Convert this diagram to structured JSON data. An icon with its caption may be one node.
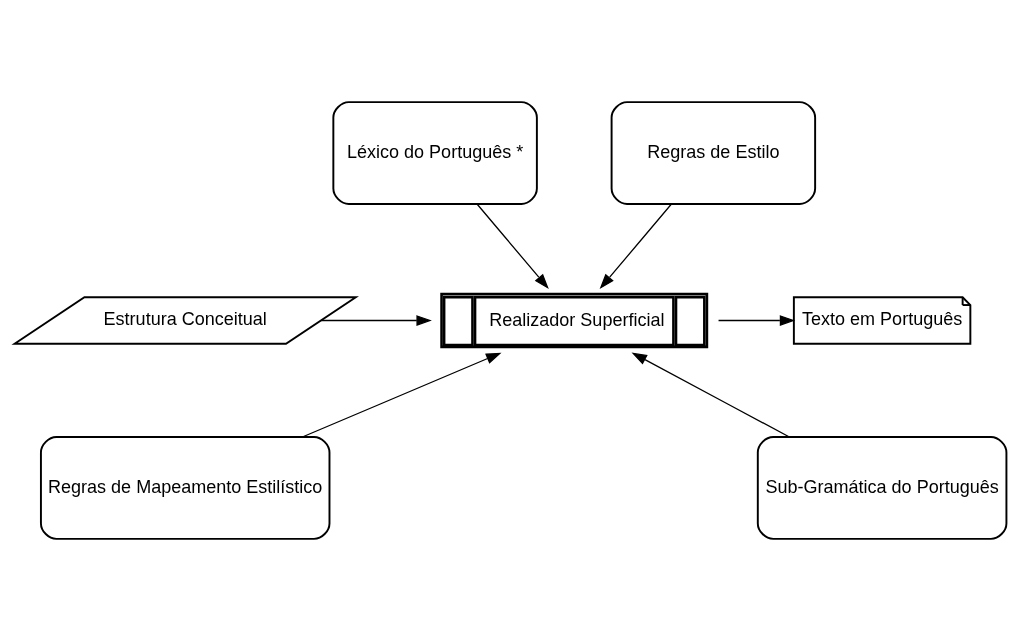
{
  "diagram": {
    "nodes": [
      {
        "text": [
          "Léxico do Português *"
        ]
      },
      {
        "text": [
          "Regras de Estilo"
        ]
      },
      {
        "text": [
          "Estrutura Conceitual"
        ]
      },
      {
        "text": [
          "Realizador Superficial"
        ]
      },
      {
        "text": [
          "Texto em Português"
        ]
      },
      {
        "text": [
          "Regras de Mapeamento Estilístico"
        ]
      },
      {
        "text": [
          "Sub-Gramática do Português"
        ]
      }
    ],
    "edges": [
      {
        "from": 0,
        "to": 3,
        "arrow": "to"
      },
      {
        "from": 1,
        "to": 3,
        "arrow": "to"
      },
      {
        "from": 2,
        "to": 3,
        "arrow": "to"
      },
      {
        "from": 3,
        "to": 4,
        "arrow": "to"
      },
      {
        "from": 5,
        "to": 3,
        "arrow": "to"
      },
      {
        "from": 6,
        "to": 3,
        "arrow": "to"
      }
    ]
  }
}
